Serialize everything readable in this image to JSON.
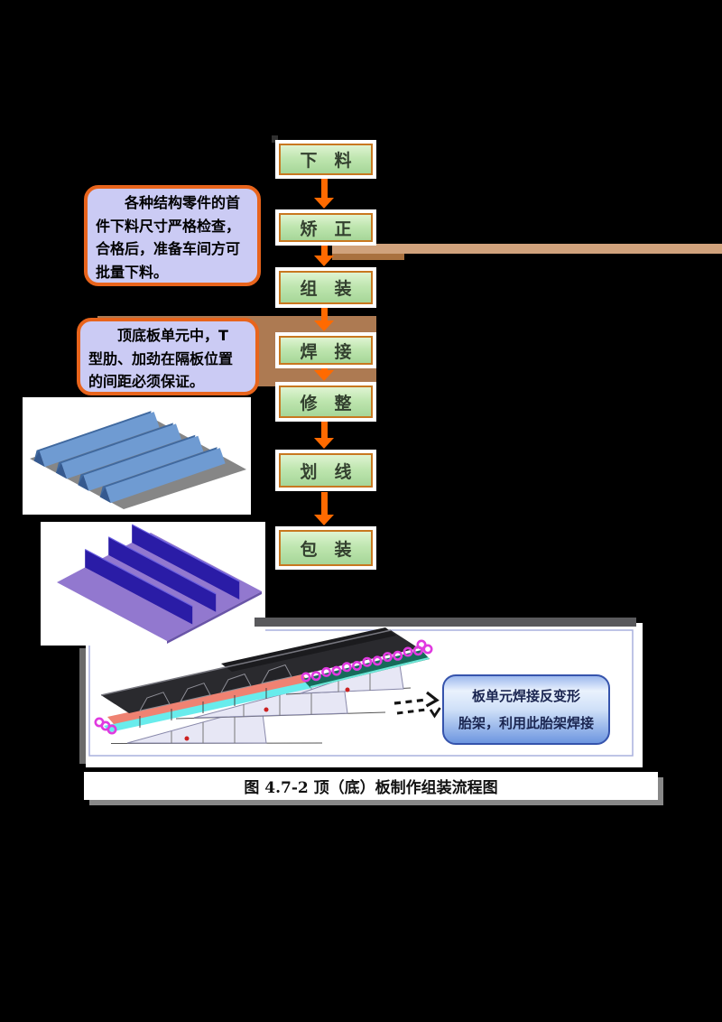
{
  "page": {
    "background": "#000000"
  },
  "flowchart": {
    "steps": [
      {
        "label": "下　料"
      },
      {
        "label": "矫　正"
      },
      {
        "label": "组　装"
      },
      {
        "label": "焊　接"
      },
      {
        "label": "修　整"
      },
      {
        "label": "划　线"
      },
      {
        "label": "包　装"
      }
    ],
    "colors": {
      "box_border": "#c87820",
      "box_fill": "#b7e0a6",
      "arrow": "#ff6a00",
      "shadow_tan_light": "#d0a27c",
      "shadow_tan_dark": "#ad7a52"
    }
  },
  "notes": {
    "first": {
      "text": "　　各种结构零件的首\n件下料尺寸严格检查，\n合格后，准备车间方可\n批量下料。",
      "fill": "#cbcbf4",
      "border": "#e8641c"
    },
    "second": {
      "text": "　　顶底板单元中，T\n型肋、加劲在隔板位置\n的间距必须保证。",
      "fill": "#cbcbf4",
      "border": "#e8641c"
    }
  },
  "jig_figure": {
    "callout": {
      "text": "板单元焊接反变形\n胎架，利用此胎架焊接",
      "border": "#3553ac"
    }
  },
  "figures": [
    {
      "name": "u-rib-panel-3d"
    },
    {
      "name": "flat-rib-panel-3d"
    },
    {
      "name": "panel-welding-jig-3d"
    }
  ],
  "caption": {
    "text": "图 4.7-2 顶（底）板制作组装流程图"
  }
}
